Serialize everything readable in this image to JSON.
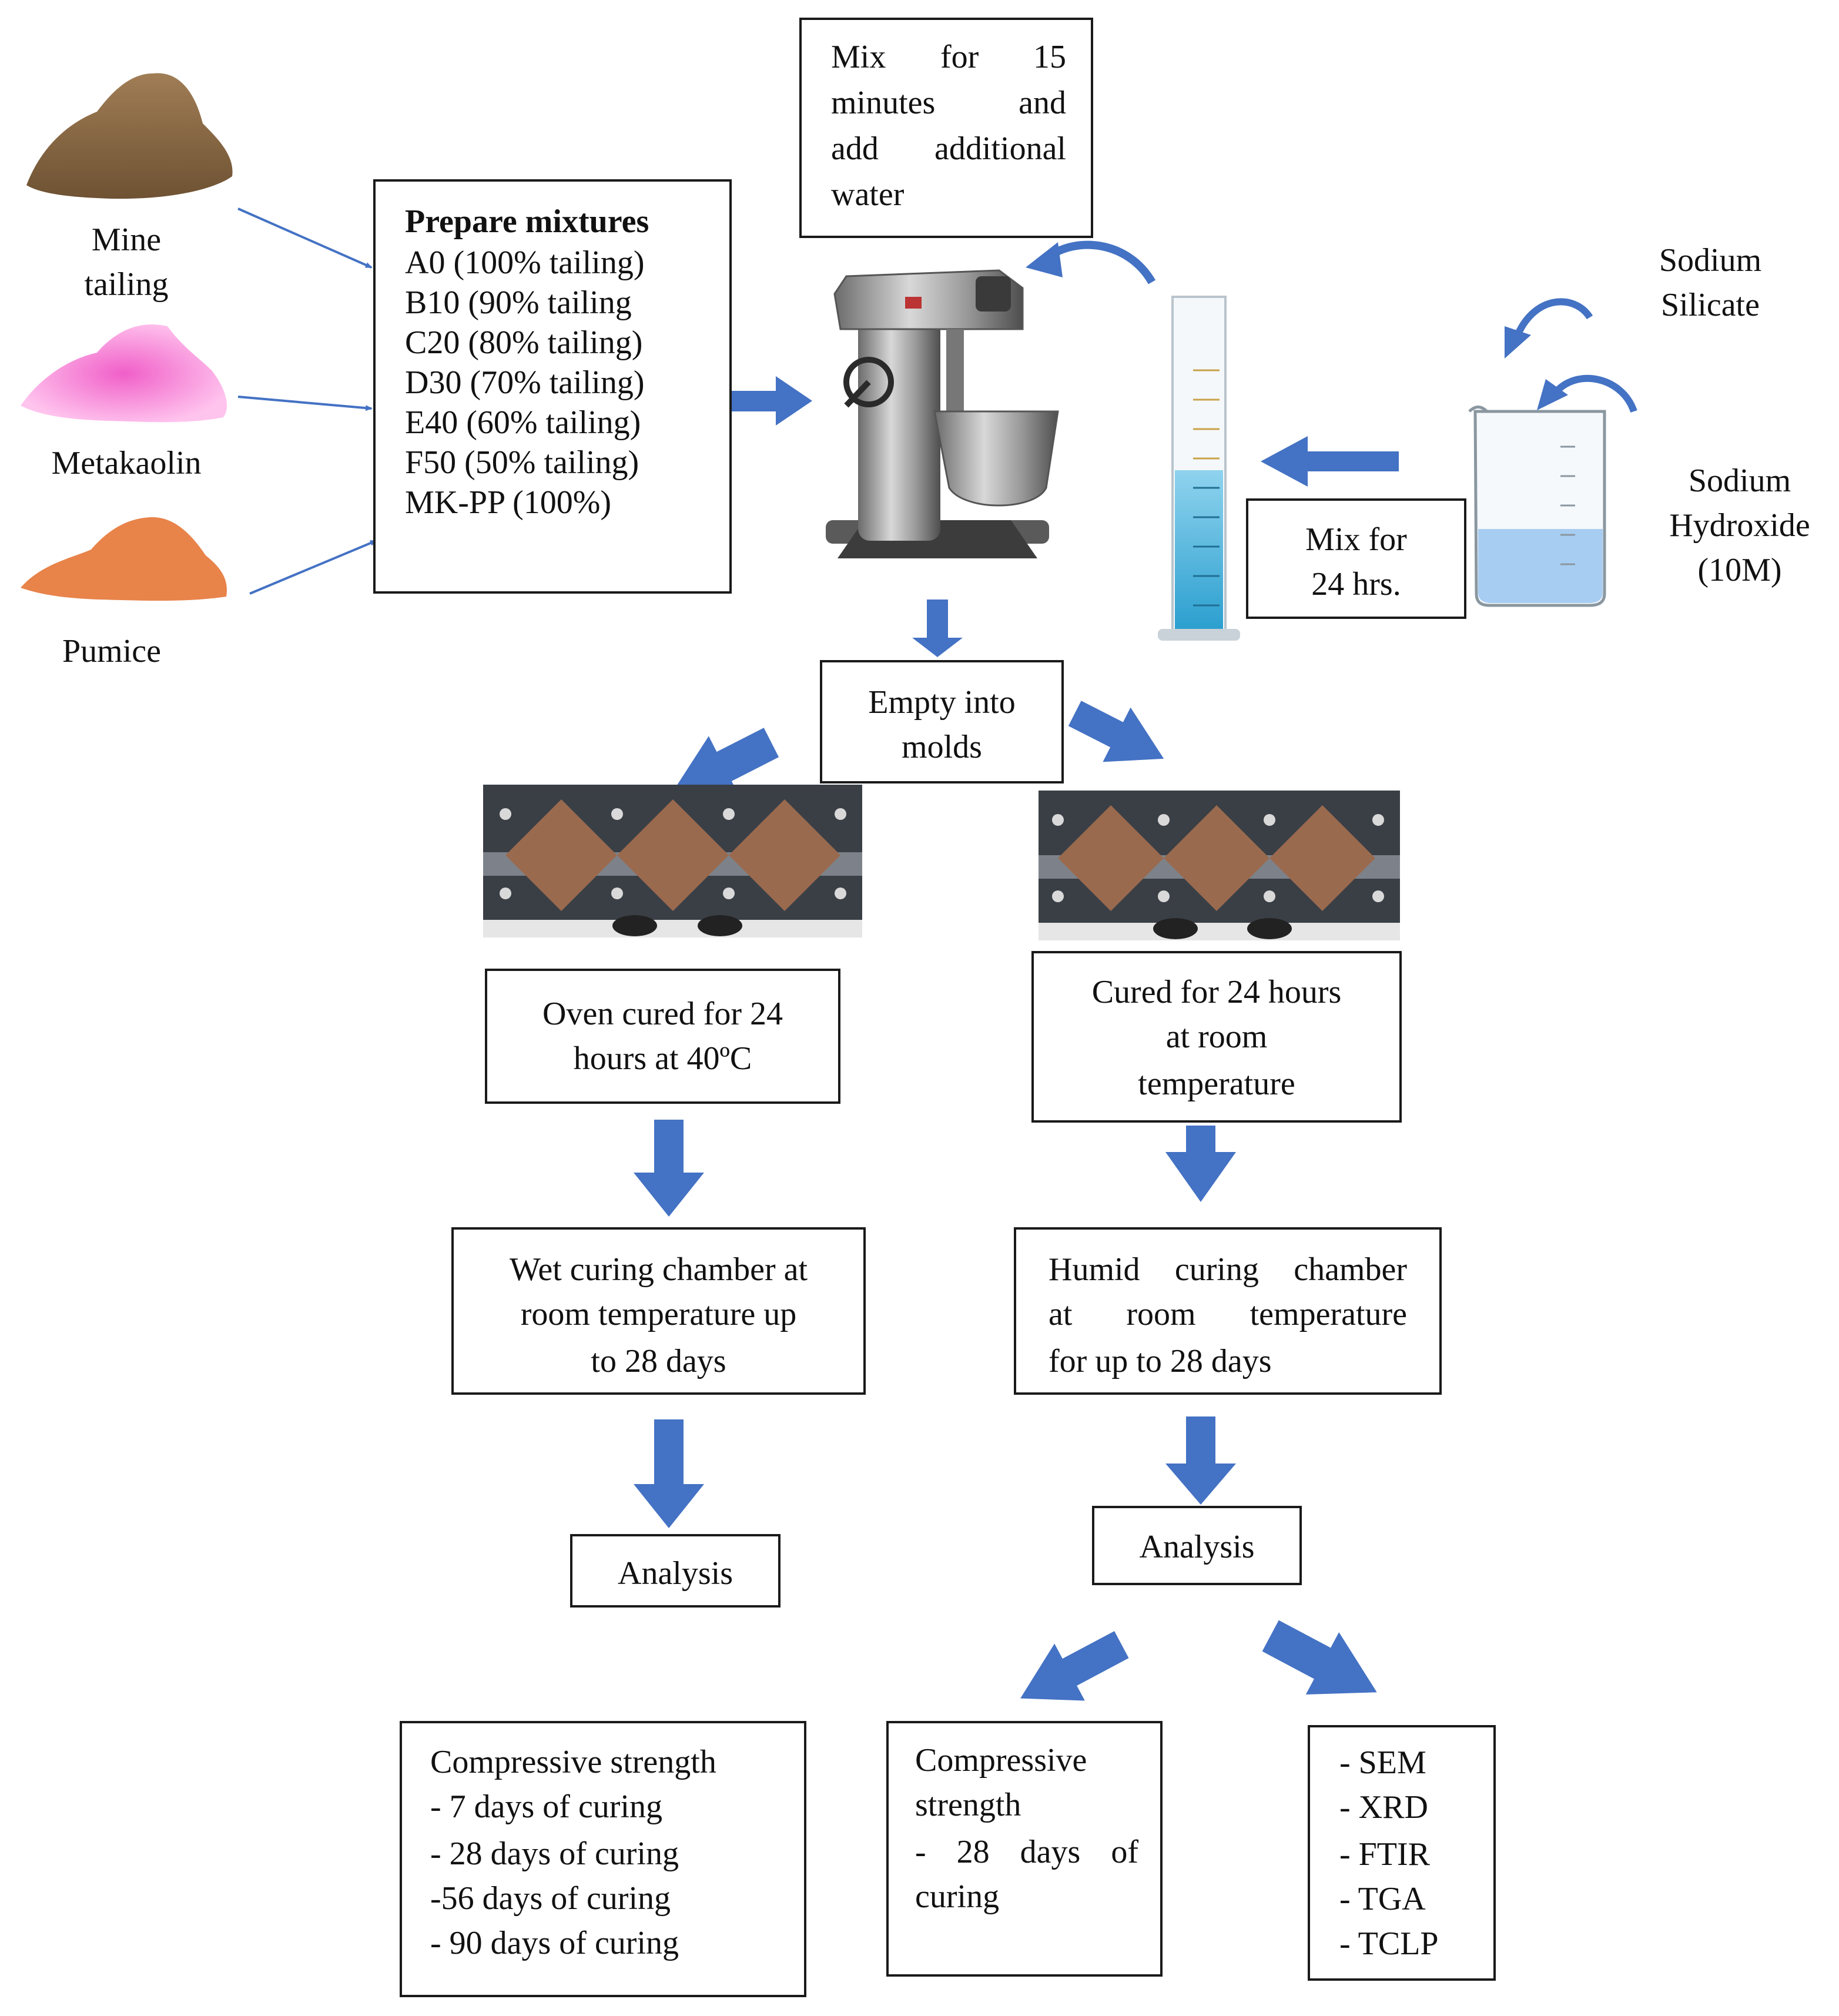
{
  "materials": {
    "mine_tailing": [
      "Mine",
      "tailing"
    ],
    "metakaolin": "Metakaolin",
    "pumice": "Pumice"
  },
  "colors": {
    "arrow_blue": "#4472c4",
    "mine_tailing": "#8b6a45",
    "metakaolin": "#f07ad0",
    "pumice": "#e8834a",
    "solution": "#4fb3d9"
  },
  "prepare": {
    "title": "Prepare mixtures",
    "items": [
      "A0 (100% tailing)",
      "B10 (90% tailing",
      "C20 (80% tailing)",
      "D30 (70% tailing)",
      "E40 (60% tailing)",
      "F50 (50% tailing)",
      "MK-PP (100%)"
    ]
  },
  "mix15": [
    "Mix for 15",
    "minutes and",
    "add additional",
    "water"
  ],
  "reagents": {
    "sodium_silicate": [
      "Sodium",
      "Silicate"
    ],
    "sodium_hydroxide": [
      "Sodium",
      "Hydroxide",
      "(10M)"
    ]
  },
  "mix24": [
    "Mix for",
    "24 hrs."
  ],
  "empty_molds": [
    "Empty into",
    "molds"
  ],
  "left_branch": {
    "cure": [
      "Oven cured for 24",
      "hours at 40ºC"
    ],
    "chamber": [
      "Wet curing chamber at",
      "room temperature up",
      "to 28 days"
    ],
    "analysis": "Analysis",
    "results": [
      "Compressive strength",
      "- 7 days of curing",
      "- 28 days of curing",
      "-56 days of curing",
      "- 90 days of curing"
    ]
  },
  "right_branch": {
    "cure": [
      "Cured for 24 hours",
      "at room",
      "temperature"
    ],
    "chamber": [
      "Humid curing chamber",
      "at room temperature",
      "for up to 28 days"
    ],
    "analysis": "Analysis",
    "results_strength": [
      "Compressive",
      "strength",
      "- 28 days of",
      "curing"
    ],
    "results_tests": [
      "- SEM",
      "- XRD",
      "- FTIR",
      "- TGA",
      "- TCLP"
    ]
  }
}
